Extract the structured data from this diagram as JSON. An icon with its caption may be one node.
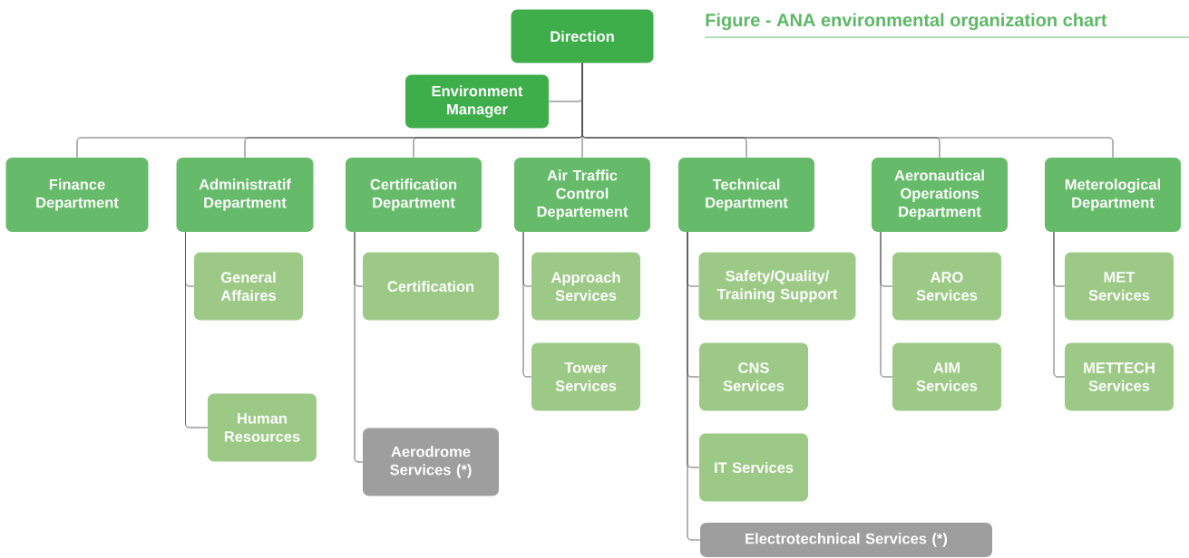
{
  "diagram": {
    "title": "Figure - ANA environmental organization chart",
    "nodes": [
      {
        "text": [
          "Direction"
        ]
      },
      {
        "text": [
          "Environment Manager"
        ]
      },
      {
        "text": [
          "Finance Department"
        ]
      },
      {
        "text": [
          "Administratif Department"
        ]
      },
      {
        "text": [
          "Certification Department"
        ]
      },
      {
        "text": [
          "Air Traffic Control Departement"
        ]
      },
      {
        "text": [
          "Technical Department"
        ]
      },
      {
        "text": [
          "Aeronautical Operations Department"
        ]
      },
      {
        "text": [
          "Meterological Department"
        ]
      },
      {
        "text": [
          "General Affaires"
        ]
      },
      {
        "text": [
          "Human Resources"
        ]
      },
      {
        "text": [
          "Certification"
        ]
      },
      {
        "text": [
          "Aerodrome Services (*)"
        ]
      },
      {
        "text": [
          "Approach Services"
        ]
      },
      {
        "text": [
          "Tower Services"
        ]
      },
      {
        "text": [
          "Safety/Quality/ Training Support"
        ]
      },
      {
        "text": [
          "CNS Services"
        ]
      },
      {
        "text": [
          "IT Services"
        ]
      },
      {
        "text": [
          "Electrotechnical Services (*)"
        ]
      },
      {
        "text": [
          "ARO Services"
        ]
      },
      {
        "text": [
          "AIM Services"
        ]
      },
      {
        "text": [
          "MET Services"
        ]
      },
      {
        "text": [
          "METTECH Services"
        ]
      }
    ],
    "edges": [
      {
        "from": 0,
        "to": 1,
        "arrow": "none"
      },
      {
        "from": 0,
        "to": 2,
        "arrow": "none"
      },
      {
        "from": 0,
        "to": 3,
        "arrow": "none"
      },
      {
        "from": 0,
        "to": 4,
        "arrow": "none"
      },
      {
        "from": 0,
        "to": 5,
        "arrow": "none"
      },
      {
        "from": 0,
        "to": 6,
        "arrow": "none"
      },
      {
        "from": 0,
        "to": 7,
        "arrow": "none"
      },
      {
        "from": 0,
        "to": 8,
        "arrow": "none"
      },
      {
        "from": 3,
        "to": 9,
        "arrow": "none"
      },
      {
        "from": 3,
        "to": 10,
        "arrow": "none"
      },
      {
        "from": 4,
        "to": 11,
        "arrow": "none"
      },
      {
        "from": 4,
        "to": 12,
        "arrow": "none"
      },
      {
        "from": 5,
        "to": 13,
        "arrow": "none"
      },
      {
        "from": 5,
        "to": 14,
        "arrow": "none"
      },
      {
        "from": 6,
        "to": 15,
        "arrow": "none"
      },
      {
        "from": 6,
        "to": 16,
        "arrow": "none"
      },
      {
        "from": 6,
        "to": 17,
        "arrow": "none"
      },
      {
        "from": 6,
        "to": 18,
        "arrow": "none"
      },
      {
        "from": 7,
        "to": 19,
        "arrow": "none"
      },
      {
        "from": 7,
        "to": 20,
        "arrow": "none"
      },
      {
        "from": 8,
        "to": 21,
        "arrow": "none"
      },
      {
        "from": 8,
        "to": 22,
        "arrow": "none"
      }
    ]
  }
}
